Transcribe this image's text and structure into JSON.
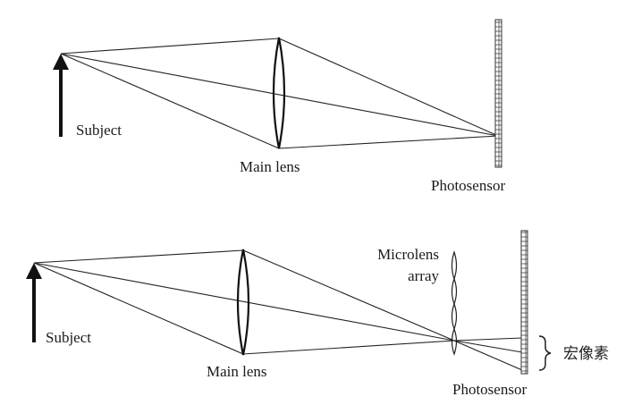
{
  "top_diagram": {
    "subject_label": "Subject",
    "lens_label": "Main lens",
    "sensor_label": "Photosensor"
  },
  "bottom_diagram": {
    "subject_label": "Subject",
    "lens_label": "Main lens",
    "microlens_label_line1": "Microlens",
    "microlens_label_line2": "array",
    "sensor_label": "Photosensor",
    "macro_pixel_label": "宏像素"
  }
}
